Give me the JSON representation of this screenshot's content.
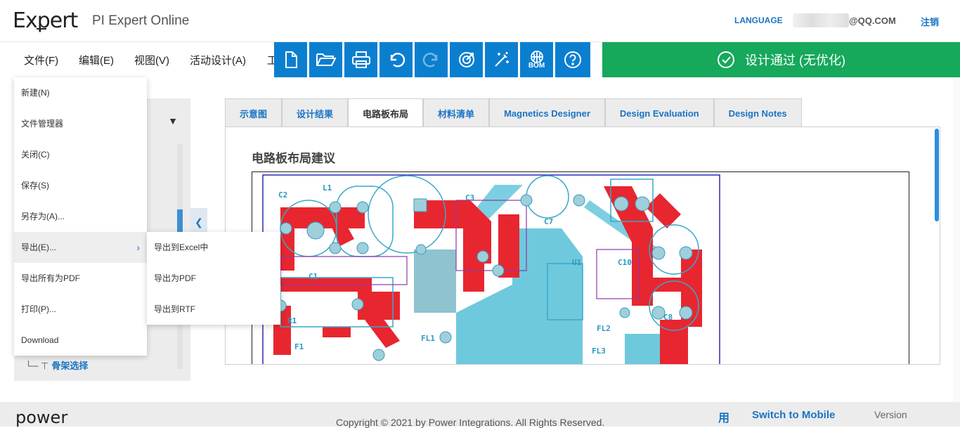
{
  "header": {
    "logo": "Expert",
    "app_title": "PI Expert Online",
    "language": "LANGUAGE",
    "user_email": "@QQ.COM",
    "logout": "注销"
  },
  "menubar": {
    "items": [
      "文件(F)",
      "编辑(E)",
      "视图(V)",
      "活动设计(A)",
      "工"
    ]
  },
  "toolbar": {
    "buttons": [
      "new-file-icon",
      "open-folder-icon",
      "print-icon",
      "undo-icon",
      "redo-icon",
      "target-icon",
      "magic-wand-icon",
      "bom-icon",
      "help-icon"
    ],
    "bom_label": "BOM"
  },
  "status": {
    "text": "设计通过 (无优化)",
    "color": "#16a85b"
  },
  "file_menu": {
    "items": [
      "新建(N)",
      "文件管理器",
      "关闭(C)",
      "保存(S)",
      "另存为(A)...",
      "导出(E)...",
      "导出所有为PDF",
      "打印(P)...",
      "Download"
    ]
  },
  "export_submenu": {
    "items": [
      "导出到Excel中",
      "导出为PDF",
      "导出到RTF"
    ]
  },
  "left_panel": {
    "tree_item": "骨架选择"
  },
  "tabs": [
    "示意图",
    "设计结果",
    "电路板布局",
    "材料清单",
    "Magnetics Designer",
    "Design Evaluation",
    "Design Notes"
  ],
  "content": {
    "title": "电路板布局建议",
    "pcb_labels": [
      "C2",
      "L1",
      "C3",
      "C7",
      "C1",
      "FL1",
      "FL2",
      "FL3",
      "F1",
      "R1",
      "C8",
      "C10",
      "U1"
    ]
  },
  "footer": {
    "logo": "power",
    "copyright": "Copyright © 2021 by Power Integrations. All Rights Reserved.",
    "yong": "用",
    "switch_mobile": "Switch to Mobile",
    "version": "Version"
  },
  "colors": {
    "accent_blue": "#0a7fd0",
    "link_blue": "#1a74c4",
    "pcb_red": "#e8262f",
    "pcb_cyan": "#6fc9dc"
  }
}
